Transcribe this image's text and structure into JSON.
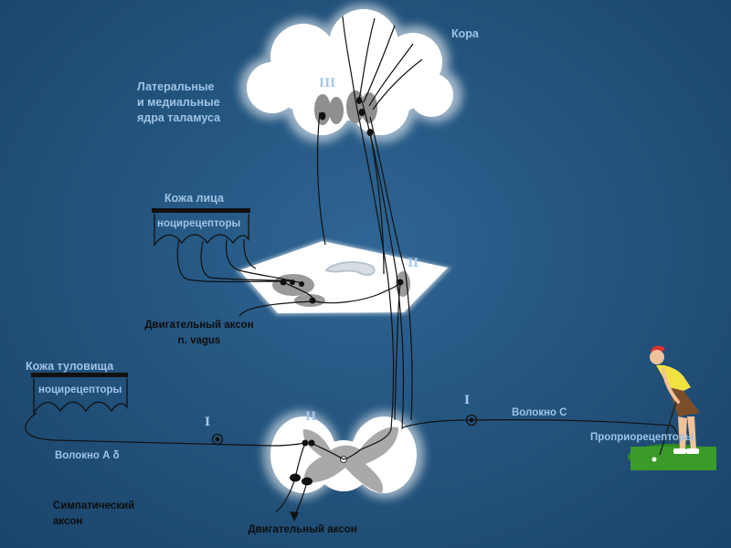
{
  "labels": {
    "cortex": "Кора",
    "thalamus_line1": "Латеральные",
    "thalamus_line2": "и медиальные",
    "thalamus_line3": "ядра таламуса",
    "face_skin": "Кожа лица",
    "face_nociceptors": "ноцирецепторы",
    "vagus_line1": "Двигательный аксон",
    "vagus_line2": "n. vagus",
    "trunk_skin": "Кожа туловища",
    "trunk_nociceptors": "ноцирецепторы",
    "fiber_a": "Волокно А δ",
    "fiber_c": "Волокно С",
    "proprioceptors": "Проприорецепторы",
    "sympathetic_line1": "Симпатический",
    "sympathetic_line2": "аксон",
    "motor_axon": "Двигательный аксон",
    "roman_iii": "III",
    "roman_ii_brainstem": "II",
    "roman_ii_spinal": "II",
    "roman_i_left": "I",
    "roman_i_right": "I"
  },
  "colors": {
    "background": "#24557f",
    "light_label": "#9ec3e6",
    "dark_label": "#0d0d0d",
    "skin_bar": "#111111",
    "grass": "#3b9b2a"
  },
  "icons": {
    "golfer": "golfer-illustration"
  }
}
